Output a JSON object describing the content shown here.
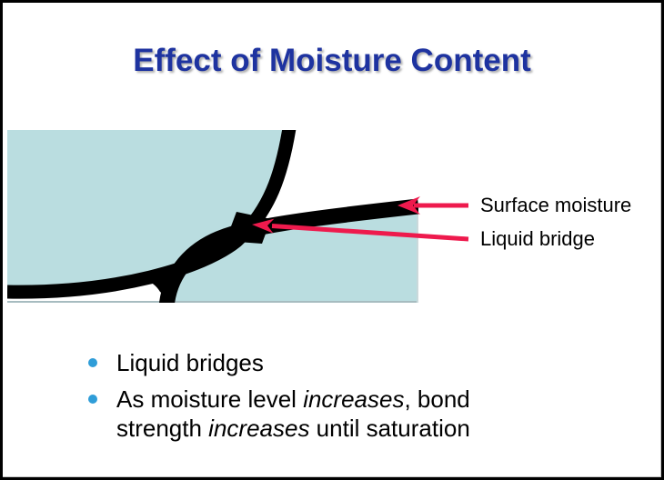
{
  "slide": {
    "title": "Effect of Moisture Content"
  },
  "diagram": {
    "callouts": {
      "surface_moisture": "Surface moisture",
      "liquid_bridge": "Liquid bridge"
    },
    "colors": {
      "particle_fill": "#badde0",
      "moisture_coating": "#000000",
      "arrow_red": "#ee1a4d",
      "edge_shadow": "#a7bcc0"
    }
  },
  "bullets": {
    "dot_color": "#2f9dd8",
    "items": [
      {
        "segments": [
          {
            "text": "Liquid bridges",
            "italic": false
          }
        ]
      },
      {
        "segments": [
          {
            "text": "As moisture level ",
            "italic": false
          },
          {
            "text": "increases",
            "italic": true
          },
          {
            "text": ", bond strength ",
            "italic": false
          },
          {
            "text": "increases",
            "italic": true
          },
          {
            "text": " until saturation",
            "italic": false
          }
        ]
      }
    ]
  },
  "theme": {
    "title_color": "#1e33a0"
  }
}
